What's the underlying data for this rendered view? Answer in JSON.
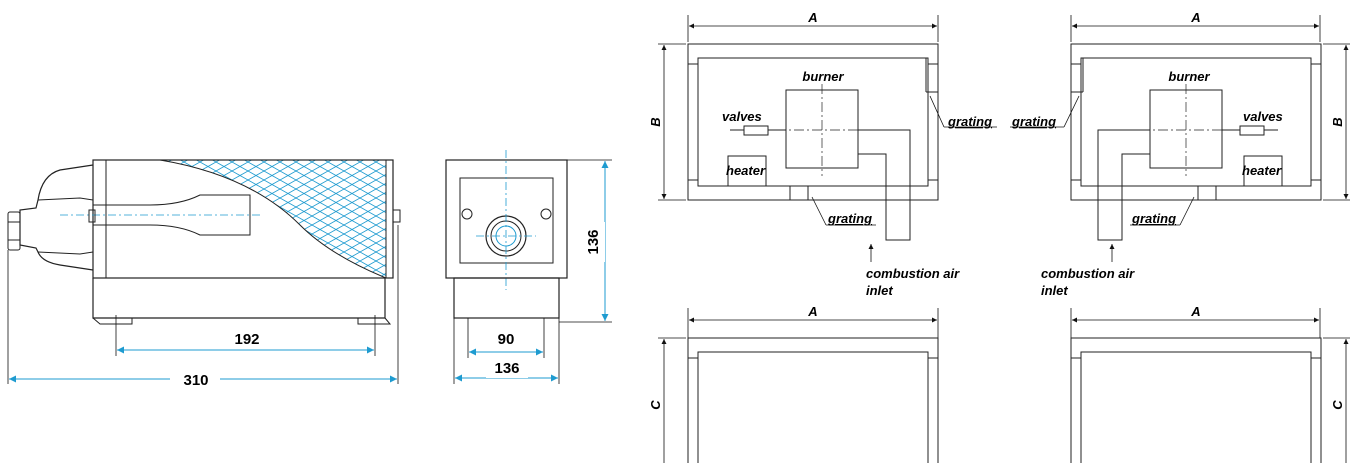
{
  "left_view": {
    "dim_length_total": "310",
    "dim_length_feet": "192"
  },
  "front_view": {
    "dim_height": "136",
    "dim_width_inner": "90",
    "dim_width_outer": "136"
  },
  "layouts": {
    "dim_a": "A",
    "dim_b": "B",
    "dim_c": "C",
    "burner": "burner",
    "valves": "valves",
    "heater": "heater",
    "grating": "grating",
    "combustion_air_line1": "combustion air",
    "combustion_air_line2": "inlet"
  },
  "colors": {
    "dimension_accent": "#1e9bd0",
    "line": "#222222"
  }
}
